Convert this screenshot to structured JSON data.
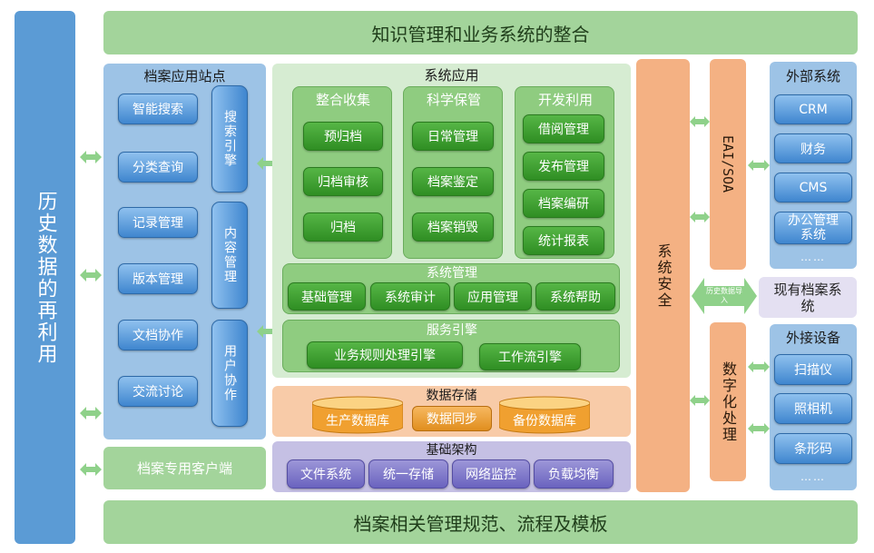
{
  "top_band": "知识管理和业务系统的整合",
  "bottom_band": "档案相关管理规范、流程及模板",
  "left_bar": "历史数据的再利用",
  "site": {
    "title": "档案应用站点",
    "buttons": [
      "智能搜索",
      "分类查询",
      "记录管理",
      "版本管理",
      "文档协作",
      "交流讨论"
    ],
    "vertical_buttons": [
      "搜索引擎",
      "内容管理",
      "用户协作"
    ]
  },
  "client": "档案专用客户端",
  "sysapp": {
    "title": "系统应用",
    "groups": [
      {
        "title": "整合收集",
        "items": [
          "预归档",
          "归档审核",
          "归档"
        ]
      },
      {
        "title": "科学保管",
        "items": [
          "日常管理",
          "档案鉴定",
          "档案销毁"
        ]
      },
      {
        "title": "开发利用",
        "items": [
          "借阅管理",
          "发布管理",
          "档案编研",
          "统计报表"
        ]
      }
    ],
    "mgmt_title": "系统管理",
    "mgmt_items": [
      "基础管理",
      "系统审计",
      "应用管理",
      "系统帮助"
    ],
    "engine_title": "服务引擎",
    "engine_items": [
      "业务规则处理引擎",
      "工作流引擎"
    ]
  },
  "storage": {
    "title": "数据存储",
    "items": [
      "生产数据库",
      "数据同步",
      "备份数据库"
    ]
  },
  "infra": {
    "title": "基础架构",
    "items": [
      "文件系统",
      "统一存储",
      "网络监控",
      "负载均衡"
    ]
  },
  "security": "系统安全",
  "eai": "EAI/SOA",
  "digitize": "数字化处理",
  "import_label": "历史数据导入",
  "external": {
    "title": "外部系统",
    "items": [
      "CRM",
      "财务",
      "CMS",
      "办公管理系统"
    ],
    "more": "……"
  },
  "existing": "现有档案系统",
  "devices": {
    "title": "外接设备",
    "items": [
      "扫描仪",
      "照相机",
      "条形码"
    ],
    "more": "……"
  },
  "colors": {
    "green_band": "#a3d49b",
    "blue": "#5b9bd5",
    "orange": "#f4b183",
    "purple": "#c5c0e4",
    "arrow": "#8fd18a"
  }
}
